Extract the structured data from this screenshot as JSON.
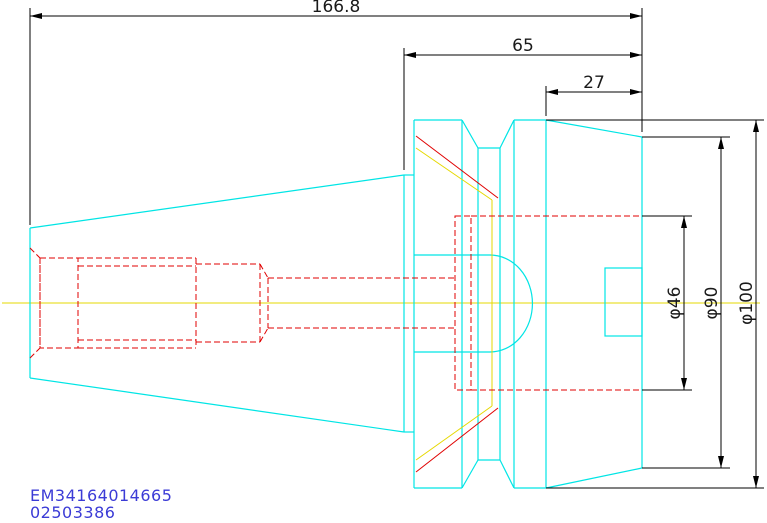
{
  "drawing": {
    "dimensions": {
      "overall_length": "166.8",
      "flange_length": "65",
      "nose_length": "27",
      "dia_small": "φ46",
      "dia_mid": "φ90",
      "dia_large": "φ100"
    },
    "part_code": "EM34164014665",
    "part_number": "02503386"
  },
  "colors": {
    "outline": "#00e5e5",
    "hidden": "#e00000",
    "centerline": "#e6d800",
    "dimension": "#000000",
    "label_text": "#3b3bd6"
  }
}
